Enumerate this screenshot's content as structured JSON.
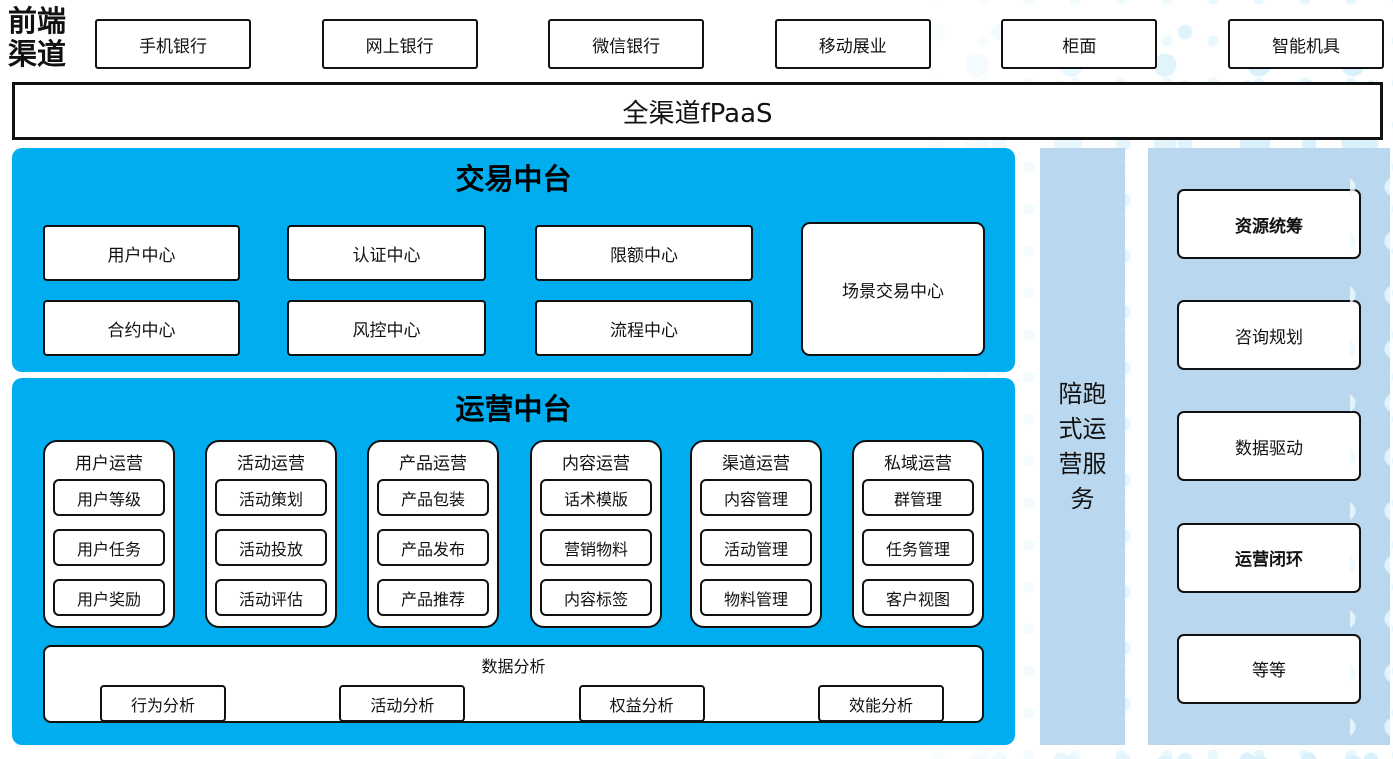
{
  "front_channel_label": {
    "lines": [
      "前端",
      "渠道"
    ]
  },
  "channels": [
    "手机银行",
    "网上银行",
    "微信银行",
    "移动展业",
    "柜面",
    "智能机具"
  ],
  "fpaas": {
    "label": "全渠道fPaaS"
  },
  "trade": {
    "title": "交易中台",
    "cells": [
      [
        "用户中心",
        "认证中心",
        "限额中心"
      ],
      [
        "合约中心",
        "风控中心",
        "流程中心"
      ]
    ],
    "tall_cell": "场景交易中心"
  },
  "ops": {
    "title": "运营中台",
    "columns": [
      {
        "header": "用户运营",
        "items": [
          "用户等级",
          "用户任务",
          "用户奖励"
        ]
      },
      {
        "header": "活动运营",
        "items": [
          "活动策划",
          "活动投放",
          "活动评估"
        ]
      },
      {
        "header": "产品运营",
        "items": [
          "产品包装",
          "产品发布",
          "产品推荐"
        ]
      },
      {
        "header": "内容运营",
        "items": [
          "话术模版",
          "营销物料",
          "内容标签"
        ]
      },
      {
        "header": "渠道运营",
        "items": [
          "内容管理",
          "活动管理",
          "物料管理"
        ]
      },
      {
        "header": "私域运营",
        "items": [
          "群管理",
          "任务管理",
          "客户视图"
        ]
      }
    ],
    "analysis": {
      "title": "数据分析",
      "items": [
        "行为分析",
        "活动分析",
        "权益分析",
        "效能分析"
      ]
    }
  },
  "side_bar": {
    "label": "陪跑式运营服务",
    "lines": [
      "陪跑",
      "式运",
      "营服",
      "务"
    ]
  },
  "right_panel": {
    "items": [
      {
        "label": "资源统筹",
        "bold": true
      },
      {
        "label": "咨询规划",
        "bold": false
      },
      {
        "label": "数据驱动",
        "bold": false
      },
      {
        "label": "运营闭环",
        "bold": true
      },
      {
        "label": "等等",
        "bold": false
      }
    ]
  },
  "colors": {
    "accent_blue": "#00aeef",
    "light_blue": "#b9d7ee",
    "dot_blue": "#d9f1fb",
    "border": "#111111"
  }
}
